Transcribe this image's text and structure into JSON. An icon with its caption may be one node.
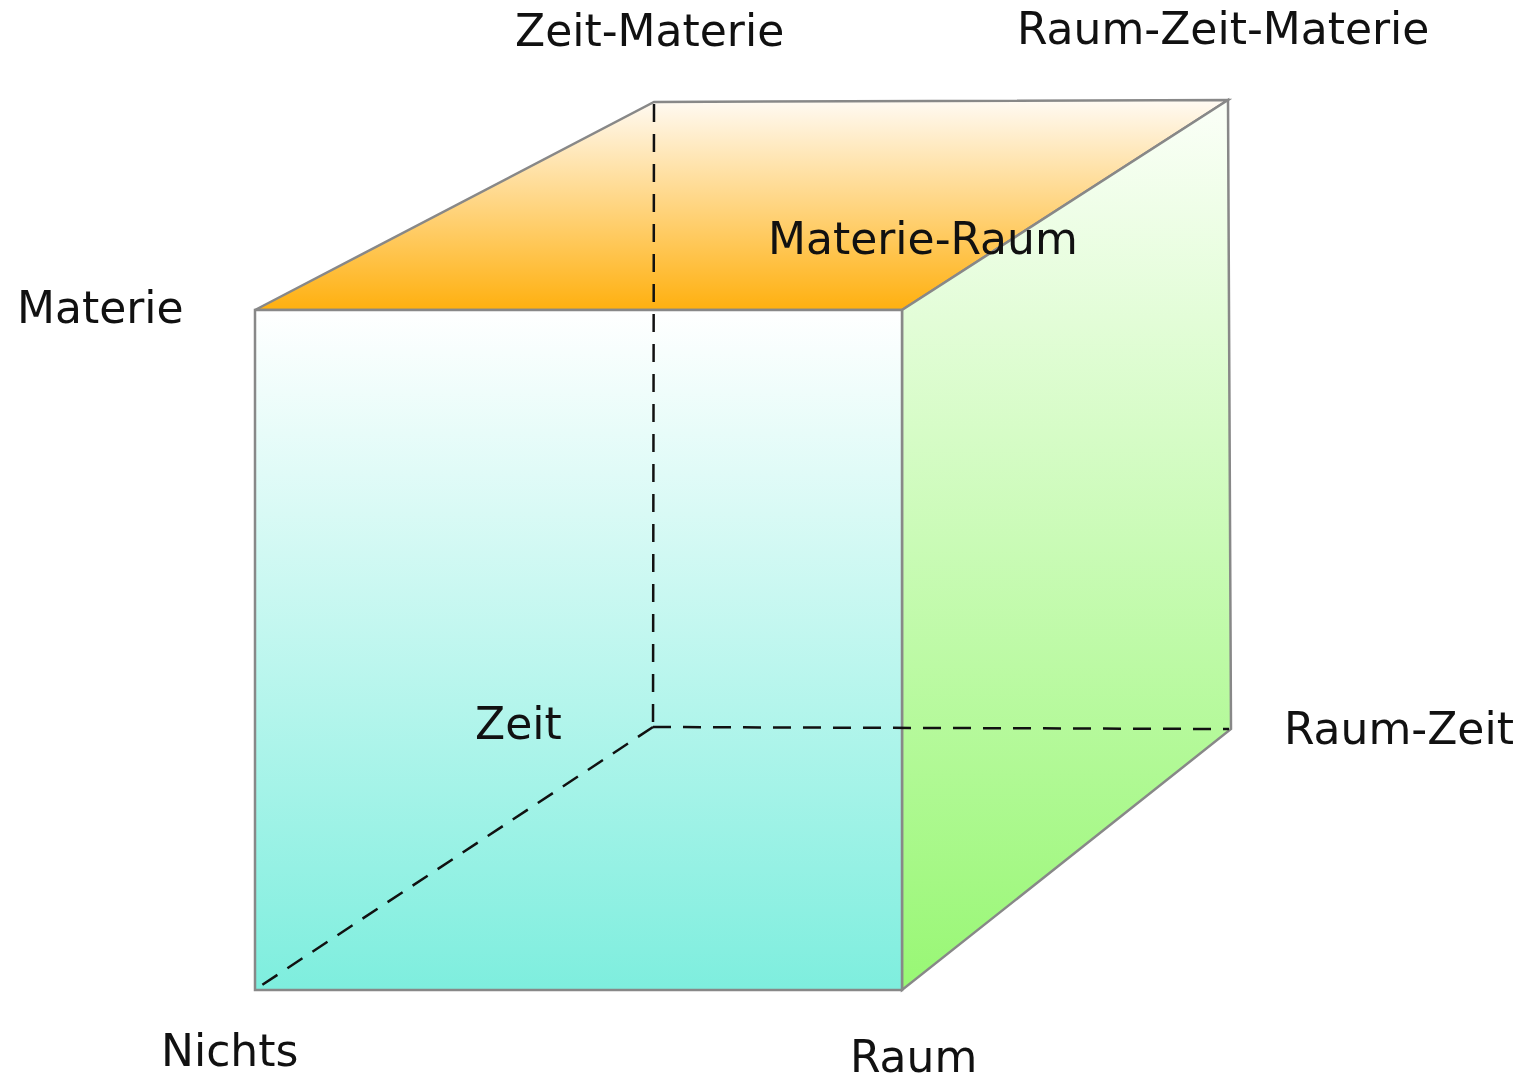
{
  "diagram": {
    "labels": [
      "Zeit-Materie",
      "Raum-Zeit-Materie",
      "Materie-Raum",
      "Materie",
      "Zeit",
      "Raum-Zeit",
      "Nichts",
      "Raum"
    ]
  }
}
